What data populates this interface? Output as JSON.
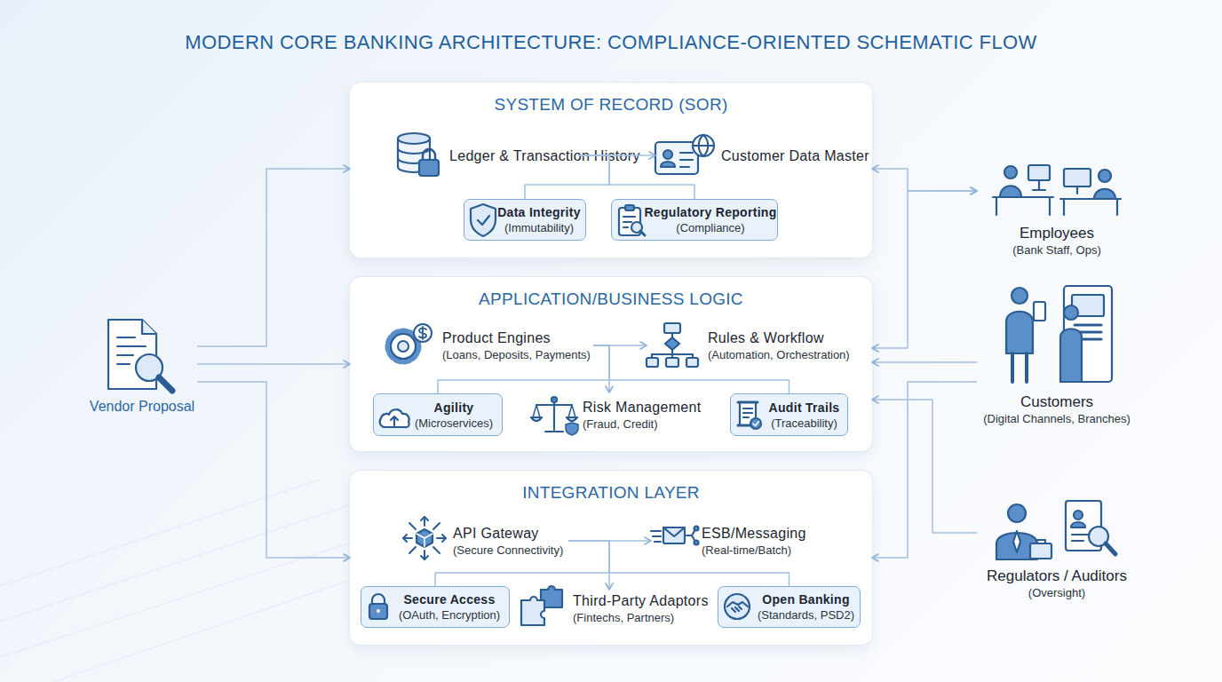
{
  "diagram": {
    "title": "MODERN CORE BANKING ARCHITECTURE: COMPLIANCE-ORIENTED SCHEMATIC FLOW",
    "nodes": [
      {
        "text": [
          "Vendor Proposal"
        ]
      },
      {
        "text": [
          "SYSTEM OF RECORD (SOR)"
        ]
      },
      {
        "text": [
          "Ledger & Transaction History"
        ],
        "in": 1
      },
      {
        "text": [
          "Customer Data Master"
        ],
        "in": 1
      },
      {
        "text": [
          "Data Integrity",
          "(Immutability)"
        ],
        "in": 1
      },
      {
        "text": [
          "Regulatory Reporting",
          "(Compliance)"
        ],
        "in": 1
      },
      {
        "text": [
          "APPLICATION/BUSINESS LOGIC"
        ]
      },
      {
        "text": [
          "Product Engines",
          "(Loans, Deposits, Payments)"
        ],
        "in": 6
      },
      {
        "text": [
          "Rules & Workflow",
          "(Automation, Orchestration)"
        ],
        "in": 6
      },
      {
        "text": [
          "Agility",
          "(Microservices)"
        ],
        "in": 6
      },
      {
        "text": [
          "Risk Management",
          "(Fraud, Credit)"
        ],
        "in": 6
      },
      {
        "text": [
          "Audit Trails",
          "(Traceability)"
        ],
        "in": 6
      },
      {
        "text": [
          "INTEGRATION LAYER"
        ]
      },
      {
        "text": [
          "API Gateway",
          "(Secure Connectivity)"
        ],
        "in": 12
      },
      {
        "text": [
          "ESB/Messaging",
          "(Real-time/Batch)"
        ],
        "in": 12
      },
      {
        "text": [
          "Secure Access",
          "(OAuth, Encryption)"
        ],
        "in": 12
      },
      {
        "text": [
          "Third-Party Adaptors",
          "(Fintechs, Partners)"
        ],
        "in": 12
      },
      {
        "text": [
          "Open Banking",
          "(Standards, PSD2)"
        ],
        "in": 12
      },
      {
        "text": [
          "Employees",
          "(Bank Staff, Ops)"
        ]
      },
      {
        "text": [
          "Customers",
          "(Digital Channels, Branches)"
        ]
      },
      {
        "text": [
          "Regulators / Auditors",
          "(Oversight)"
        ]
      }
    ],
    "edges": [
      {
        "from": 0,
        "to": 1,
        "arrow": "to"
      },
      {
        "from": 0,
        "to": 6,
        "arrow": "to"
      },
      {
        "from": 0,
        "to": 12,
        "arrow": "to"
      },
      {
        "from": 2,
        "to": 3,
        "arrow": "to"
      },
      {
        "from": 2,
        "to": 4,
        "arrow": "none"
      },
      {
        "from": 2,
        "to": 5,
        "arrow": "none"
      },
      {
        "from": 7,
        "to": 8,
        "arrow": "to"
      },
      {
        "from": 7,
        "to": 9,
        "arrow": "none"
      },
      {
        "from": 7,
        "to": 10,
        "arrow": "to"
      },
      {
        "from": 7,
        "to": 11,
        "arrow": "none"
      },
      {
        "from": 13,
        "to": 14,
        "arrow": "to"
      },
      {
        "from": 13,
        "to": 15,
        "arrow": "none"
      },
      {
        "from": 13,
        "to": 16,
        "arrow": "to"
      },
      {
        "from": 13,
        "to": 17,
        "arrow": "none"
      },
      {
        "from": 18,
        "to": 1,
        "arrow": "both"
      },
      {
        "from": 18,
        "to": 6,
        "arrow": "both"
      },
      {
        "from": 19,
        "to": 6,
        "arrow": "to"
      },
      {
        "from": 19,
        "to": 12,
        "arrow": "to"
      },
      {
        "from": 20,
        "to": 6,
        "arrow": "to"
      }
    ]
  }
}
